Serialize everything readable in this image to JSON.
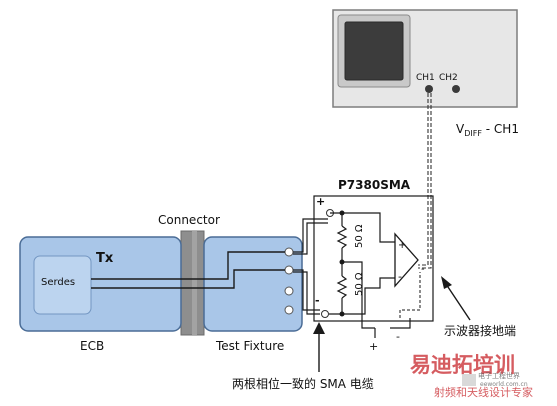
{
  "scope": {
    "ch1_label": "CH1",
    "ch2_label": "CH2",
    "vdiff_main": "V",
    "vdiff_sub": "DIFF",
    "vdiff_suffix": " - CH1"
  },
  "probe": {
    "label": "P7380SMA",
    "r1": "50 Ω",
    "r2": "50 Ω"
  },
  "ecb": {
    "tx_label": "Tx",
    "serdes_label": "Serdes",
    "caption": "ECB"
  },
  "connector": {
    "label": "Connector"
  },
  "fixture": {
    "caption": "Test Fixture"
  },
  "signs": {
    "plus_top": "+",
    "minus_bottom": "-",
    "plus_pin": "+",
    "minus_pin": "-",
    "op_plus": "+",
    "op_minus": "-"
  },
  "annotations": {
    "ground": "示波器接地端",
    "cables": "两根相位一致的 SMA 电缆"
  },
  "watermark": {
    "brand": "易迪拓培训",
    "sub": "射频和天线设计专家",
    "site": "eeworld.com.cn",
    "mini": "电子工程世界"
  },
  "colors": {
    "box_fill": "#a9c6e8",
    "box_stroke": "#4a6c96",
    "inner_fill": "#bcd4ef",
    "scope_fill": "#e7e7e7",
    "connector_fill": "#8e8e8e",
    "watermark_red": "#c8262c"
  }
}
